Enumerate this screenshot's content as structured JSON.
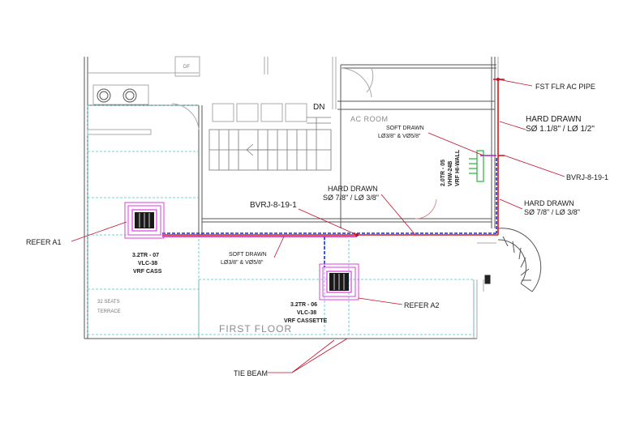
{
  "colors": {
    "wall": "#555555",
    "wall_light": "#a8a8a8",
    "grid": "#3fc7cf",
    "pipe_blue": "#1a2fd6",
    "pipe_red": "#d11b1b",
    "pipe_purple": "#b020c8",
    "cassette": "#e03ee0",
    "leader": "#c0122a",
    "hiwall": "#23b53a"
  },
  "rooms": {
    "df": "DF",
    "dn": "DN",
    "ac_room": "AC ROOM",
    "first_floor": "FIRST  FLOOR",
    "seats_line1": "32 SEATS",
    "seats_line2": "TERRACE"
  },
  "labels": {
    "fst_flr_ac_pipe": "FST FLR AC PIPE",
    "hard_drawn_1_title": "HARD DRAWN",
    "hard_drawn_1_spec": "SØ 1.1/8\" / LØ 1/2\"",
    "soft_drawn_top_title": "SOFT DRAWN",
    "soft_drawn_top_spec": "LØ3/8\" & VØ5/8\"",
    "bvrj_right": "BVRJ-8-19-1",
    "hiwall_line1": "2.0TR - 05",
    "hiwall_line2": "VHW-24B",
    "hiwall_line3": "VRF HI-WALL",
    "hard_drawn_mid_title": "HARD DRAWN",
    "hard_drawn_mid_spec": "SØ 7/8\" / LØ 3/8\"",
    "hard_drawn_right_title": "HARD DRAWN",
    "hard_drawn_right_spec": "SØ 7/8\" / LØ 3/8\"",
    "bvrj_left": "BVRJ-8-19-1",
    "refer_a1": "REFER A1",
    "cass1_line1": "3.2TR - 07",
    "cass1_line2": "VLC-38",
    "cass1_line3": "VRF CASS",
    "soft_drawn_mid_title": "SOFT DRAWN",
    "soft_drawn_mid_spec": "LØ3/8\" & VØ5/8\"",
    "cass2_line1": "3.2TR - 06",
    "cass2_line2": "VLC-38",
    "cass2_line3": "VRF CASSETTE",
    "refer_a2": "REFER A2",
    "tie_beam": "TIE BEAM"
  }
}
